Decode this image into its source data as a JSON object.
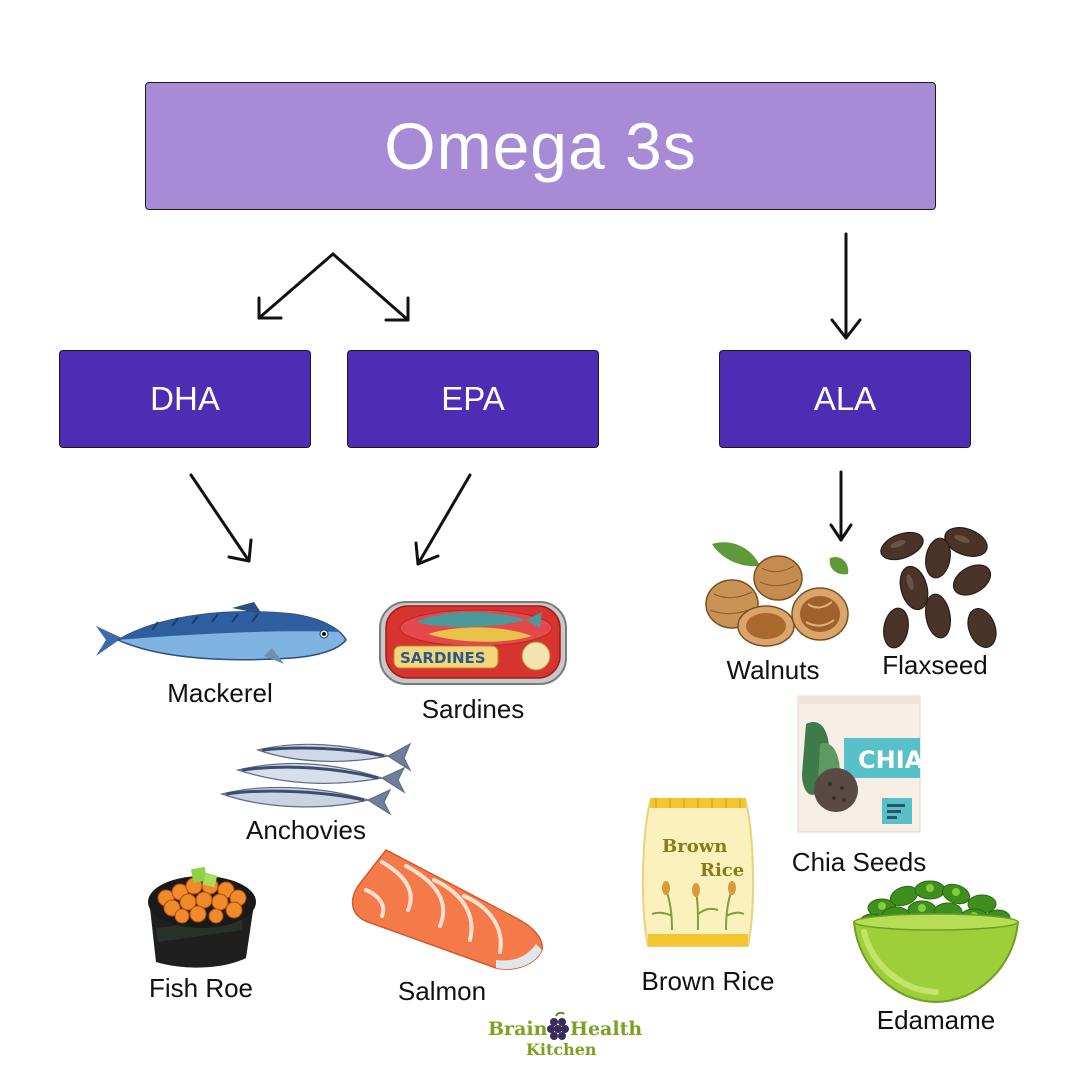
{
  "root": {
    "label": "Omega 3s"
  },
  "types": [
    {
      "id": "dha",
      "label": "DHA"
    },
    {
      "id": "epa",
      "label": "EPA"
    },
    {
      "id": "ala",
      "label": "ALA"
    }
  ],
  "foods": {
    "mackerel": "Mackerel",
    "sardines": "Sardines",
    "anchovies": "Anchovies",
    "fish_roe": "Fish Roe",
    "salmon": "Salmon",
    "walnuts": "Walnuts",
    "flaxseed": "Flaxseed",
    "chia_seeds": "Chia Seeds",
    "brown_rice": "Brown Rice",
    "edamame": "Edamame"
  },
  "package_text": {
    "sardines_can": "SARDINES",
    "chia_bag": "CHIA",
    "rice_bag_line1": "Brown",
    "rice_bag_line2": "Rice"
  },
  "logo": {
    "word1": "Brain",
    "word2": "Health",
    "word3": "Kitchen"
  },
  "colors": {
    "root_fill": "#a78bd6",
    "type_fill": "#4c2db4",
    "arrow": "#111111",
    "logo_green": "#7aa21f"
  }
}
